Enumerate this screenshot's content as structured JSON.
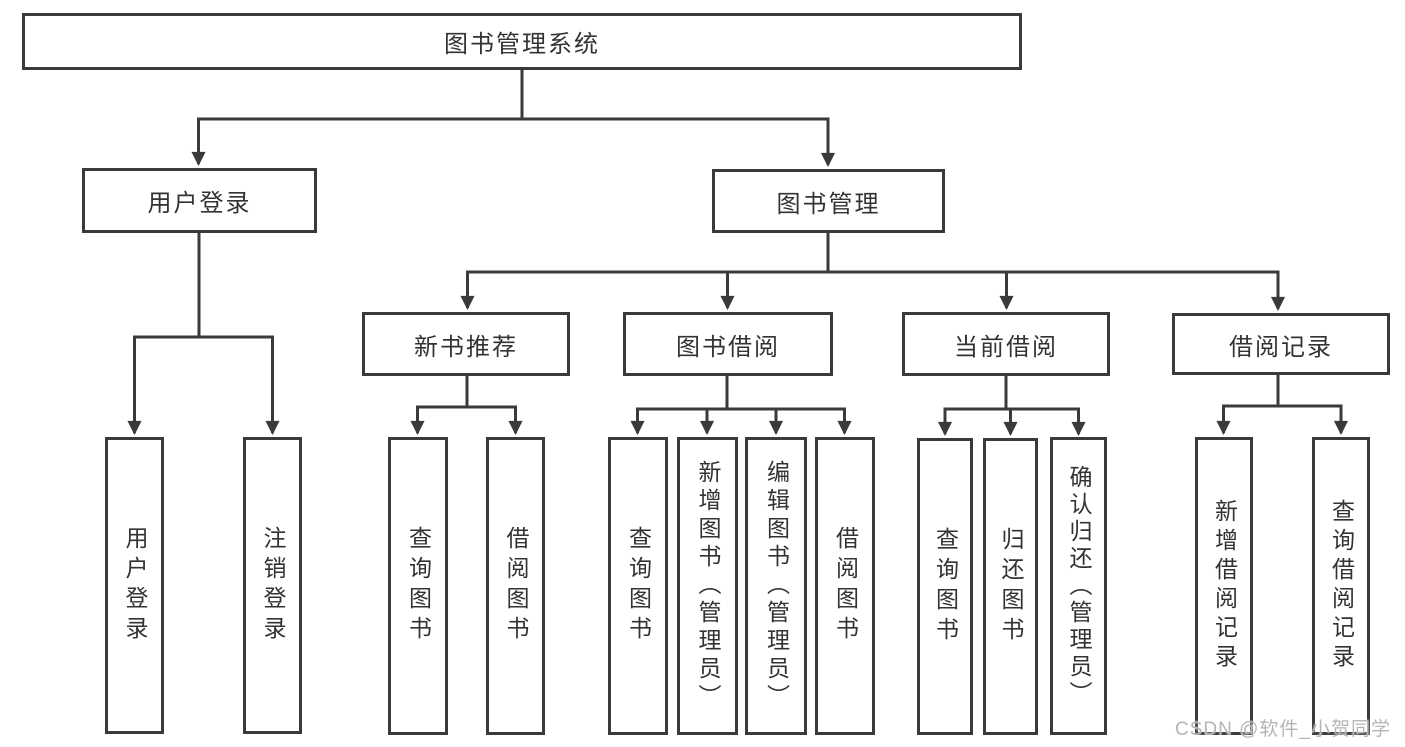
{
  "root_node": "图书管理系统",
  "level2_nodes": {
    "user_login": "用户登录",
    "book_management": "图书管理"
  },
  "level3_nodes": {
    "new_book_rec": "新书推荐",
    "book_borrow": "图书借阅",
    "current_borrow": "当前借阅",
    "borrow_record": "借阅记录"
  },
  "leaf_nodes": {
    "login_1": "用户登录",
    "login_2": "注销登录",
    "rec_1": "查询图书",
    "rec_2": "借阅图书",
    "borrow_1": "查询图书",
    "borrow_2": "新增图书（管理员）",
    "borrow_3": "编辑图书（管理员）",
    "borrow_4": "借阅图书",
    "current_1": "查询图书",
    "current_2": "归还图书",
    "current_3": "确认归还（管理员）",
    "record_1": "新增借阅记录",
    "record_2": "查询借阅记录"
  },
  "watermark": "CSDN @软件_小贺同学",
  "colors": {
    "line": "#3a3a3a",
    "text": "#333333",
    "watermark": "#b5b5b5",
    "background": "#ffffff"
  }
}
